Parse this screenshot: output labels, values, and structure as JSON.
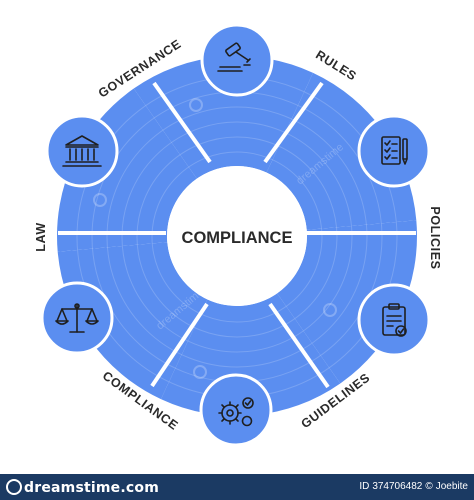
{
  "diagram": {
    "center_label": "COMPLIANCE",
    "colors": {
      "segment": "#5b8ef0",
      "divider": "#ffffff",
      "center": "#ffffff",
      "text": "#2a2a2a",
      "icon_stroke": "#1f1f1f"
    },
    "segments": [
      {
        "label": "GOVERNANCE",
        "icon": "gavel-icon"
      },
      {
        "label": "RULES",
        "icon": "checklist-document-icon"
      },
      {
        "label": "POLICIES",
        "icon": "clipboard-check-icon"
      },
      {
        "label": "GUIDELINES",
        "icon": "gears-check-icon"
      },
      {
        "label": "COMPLIANCE",
        "icon": "balance-scale-icon"
      },
      {
        "label": "LAW",
        "icon": "courthouse-icon"
      }
    ]
  },
  "watermark": {
    "text": "dreamstime"
  },
  "footer": {
    "logo": "dreamstime.com",
    "id_label": "ID",
    "id_value": "374706482",
    "copyright": "©",
    "author": "Joebite",
    "bar_color": "#1b3a63"
  }
}
